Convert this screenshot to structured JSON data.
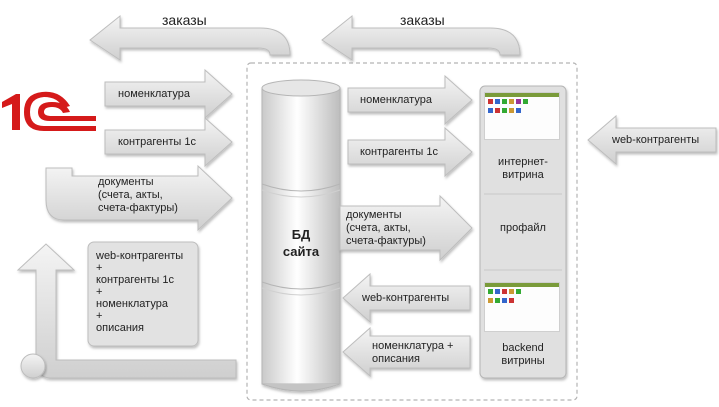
{
  "logo": {
    "text": "1С"
  },
  "top_arrows": {
    "left_label": "заказы",
    "right_label": "заказы"
  },
  "left_column": {
    "nomenclature": "номенклатура",
    "counterparties": "контрагенты 1с",
    "documents": [
      "документы",
      "(счета, акты,",
      "счета-фактуры)"
    ],
    "combined": [
      "web-контрагенты",
      "+",
      "контрагенты 1с",
      "+",
      "номенклатура",
      "+",
      "описания"
    ]
  },
  "database": {
    "label": [
      "БД",
      "сайта"
    ]
  },
  "middle_column": {
    "nomenclature": "номенклатура",
    "counterparties": "контрагенты 1с",
    "documents": [
      "документы",
      "(счета, акты,",
      "счета-фактуры)"
    ],
    "web_counterparties": "web-контрагенты",
    "nomenclature_desc": [
      "номенклатура +",
      "описания"
    ]
  },
  "right_panel": {
    "storefront": [
      "интернет-",
      "витрина"
    ],
    "profile": "профайл",
    "backend": [
      "backend",
      "витрины"
    ]
  },
  "external": {
    "web_counterparties": "web-контрагенты"
  }
}
